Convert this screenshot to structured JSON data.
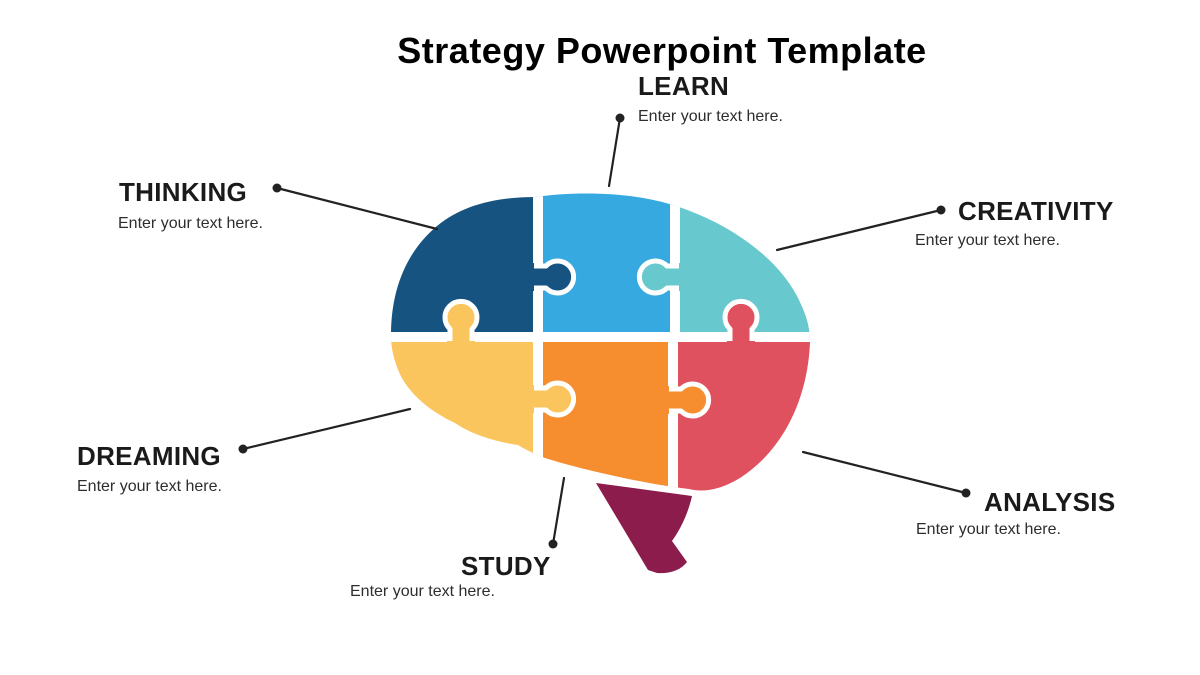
{
  "title": "Strategy Powerpoint Template",
  "colors": {
    "navy": "#175380",
    "blue": "#36A9E1",
    "teal": "#67C8CE",
    "yellow": "#FBC55D",
    "orange": "#F68D2E",
    "red": "#E0515F",
    "stem": "#8C1C4B",
    "connector": "#222222"
  },
  "pieces": [
    {
      "position": "top-left",
      "label": "THINKING",
      "color_key": "navy"
    },
    {
      "position": "top-middle",
      "label": "LEARN",
      "color_key": "blue"
    },
    {
      "position": "top-right",
      "label": "CREATIVITY",
      "color_key": "teal"
    },
    {
      "position": "bottom-left",
      "label": "DREAMING",
      "color_key": "yellow"
    },
    {
      "position": "bottom-middle",
      "label": "STUDY",
      "color_key": "orange"
    },
    {
      "position": "bottom-right",
      "label": "ANALYSIS",
      "color_key": "red"
    }
  ],
  "labels": {
    "learn": {
      "title": "LEARN",
      "subtitle": "Enter your text here."
    },
    "thinking": {
      "title": "THINKING",
      "subtitle": "Enter your text here."
    },
    "creativity": {
      "title": "CREATIVITY",
      "subtitle": "Enter your text here."
    },
    "dreaming": {
      "title": "DREAMING",
      "subtitle": "Enter your text here."
    },
    "study": {
      "title": "STUDY",
      "subtitle": "Enter your text here."
    },
    "analysis": {
      "title": "ANALYSIS",
      "subtitle": "Enter your text here."
    }
  }
}
